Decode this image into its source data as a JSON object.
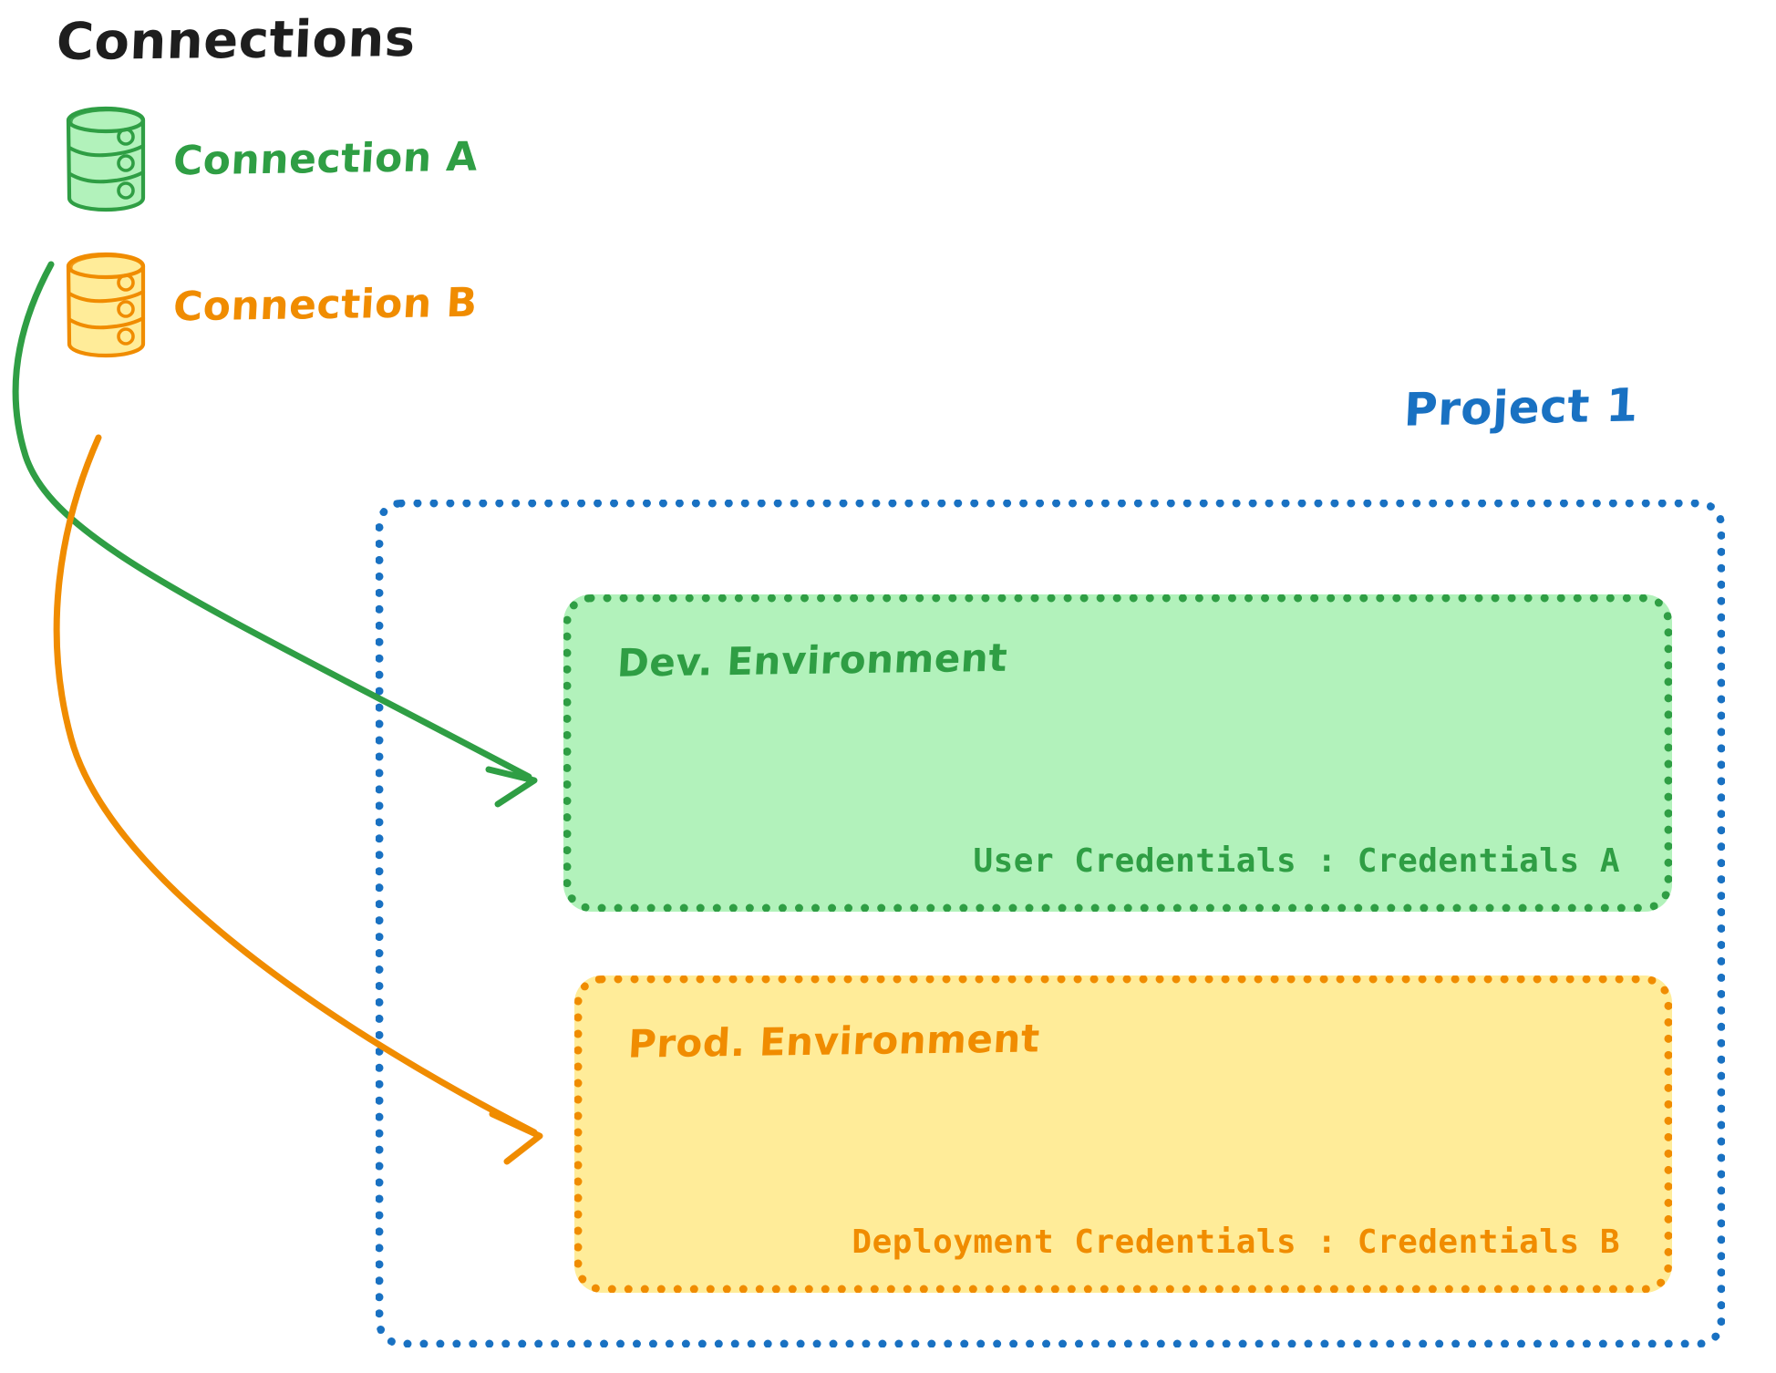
{
  "diagram": {
    "title": "Connections",
    "background_color": "#ffffff"
  },
  "connections": {
    "heading": "Connections",
    "items": [
      {
        "id": "connection-a",
        "label": "Connection A",
        "icon": "database-cylinder-icon",
        "stroke_color": "#2f9e44",
        "fill_color": "#b2f2bb",
        "target": "Dev. Environment"
      },
      {
        "id": "connection-b",
        "label": "Connection B",
        "icon": "database-cylinder-icon",
        "stroke_color": "#f08c00",
        "fill_color": "#ffec99",
        "target": "Prod. Environment"
      }
    ]
  },
  "project": {
    "title": "Project 1",
    "border_color": "#1971c2",
    "border_style": "dotted",
    "environments": [
      {
        "id": "dev-environment",
        "title": "Dev. Environment",
        "credential_label": "User Credentials",
        "credential_separator": ":",
        "credential_value": "Credentials A",
        "credential_text": "User Credentials : Credentials A",
        "fill_color": "#b2f2bb",
        "border_color": "#2f9e44",
        "text_color": "#2f9e44"
      },
      {
        "id": "prod-environment",
        "title": "Prod. Environment",
        "credential_label": "Deployment Credentials",
        "credential_separator": ":",
        "credential_value": "Credentials B",
        "credential_text": "Deployment Credentials : Credentials B",
        "fill_color": "#ffec99",
        "border_color": "#f08c00",
        "text_color": "#f08c00"
      }
    ]
  },
  "arrows": [
    {
      "id": "arrow-connection-a-to-dev",
      "from": "Connection A",
      "to": "Dev. Environment",
      "color": "#2f9e44"
    },
    {
      "id": "arrow-connection-b-to-prod",
      "from": "Connection B",
      "to": "Prod. Environment",
      "color": "#f08c00"
    }
  ]
}
